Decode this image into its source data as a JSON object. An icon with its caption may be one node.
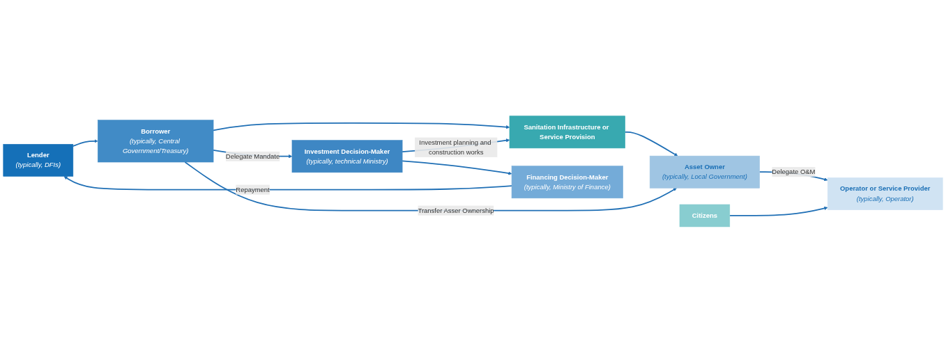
{
  "diagram": {
    "nodes": [
      {
        "text": [
          "Lender",
          "(typically, DFIs)"
        ]
      },
      {
        "text": [
          "Borrower",
          "(typically, Central Government/Treasury)"
        ]
      },
      {
        "text": [
          "Sanitation Infrastructure or Service Provision"
        ]
      },
      {
        "text": [
          "Asset Owner",
          "(typically, Local Government)"
        ]
      },
      {
        "text": [
          "Financing Decision-Maker",
          "(typically, Ministry of Finance)"
        ]
      },
      {
        "text": [
          "Investment Decision-Maker",
          "(typically, technical Ministry)"
        ]
      },
      {
        "text": [
          "Citizens"
        ]
      },
      {
        "text": [
          "Operator or Service Provider",
          "(typically, Operator)"
        ]
      }
    ],
    "edges": [
      {
        "from": 0,
        "to": 1,
        "arrow": "to"
      },
      {
        "from": 1,
        "to": 2,
        "arrow": "to"
      },
      {
        "from": 2,
        "to": 3,
        "arrow": "to"
      },
      {
        "from": 1,
        "to": 3,
        "arrow": "to",
        "label": "Transfer Asser Ownership"
      },
      {
        "from": 1,
        "to": 5,
        "arrow": "to",
        "label": "Delegate Mandate"
      },
      {
        "from": 5,
        "to": 2,
        "arrow": "to",
        "label": "Investment planning and construction works"
      },
      {
        "from": 5,
        "to": 4,
        "arrow": "to"
      },
      {
        "from": 4,
        "to": 0,
        "arrow": "to",
        "label": "Repayment"
      },
      {
        "from": 3,
        "to": 7,
        "arrow": "to",
        "label": "Delegate O&M"
      },
      {
        "from": 6,
        "to": 7,
        "arrow": "to"
      }
    ]
  }
}
